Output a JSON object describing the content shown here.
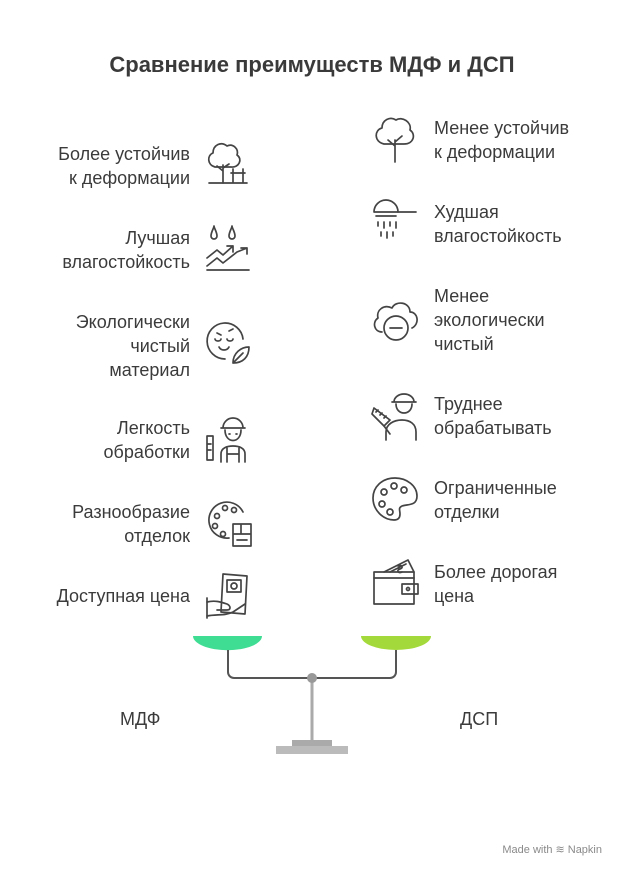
{
  "title": "Сравнение преимуществ МДФ и ДСП",
  "left": {
    "label": "МДФ",
    "color": "#3fdc93",
    "items": [
      {
        "text": "Более устойчив\nк деформации",
        "icon": "tree-icon"
      },
      {
        "text": "Лучшая\nвлагостойкость",
        "icon": "water-drops-icon"
      },
      {
        "text": "Экологически\nчистый\nматериал",
        "icon": "eco-leaf-icon"
      },
      {
        "text": "Легкость\nобработки",
        "icon": "worker-icon"
      },
      {
        "text": "Разнообразие\nотделок",
        "icon": "palette-icon"
      },
      {
        "text": "Доступная цена",
        "icon": "money-hand-icon"
      }
    ]
  },
  "right": {
    "label": "ДСП",
    "color": "#a4d93b",
    "items": [
      {
        "text": "Менее устойчив\nк деформации",
        "icon": "tree-icon"
      },
      {
        "text": "Худшая\nвлагостойкость",
        "icon": "shower-icon"
      },
      {
        "text": "Менее\nэкологически\nчистый",
        "icon": "cloud-minus-icon"
      },
      {
        "text": "Труднее\nобрабатывать",
        "icon": "worker-saw-icon"
      },
      {
        "text": "Ограниченные\nотделки",
        "icon": "palette-icon"
      },
      {
        "text": "Более дорогая\nцена",
        "icon": "wallet-icon"
      }
    ]
  },
  "footer": {
    "made_with": "Made with",
    "brand": "Napkin"
  }
}
